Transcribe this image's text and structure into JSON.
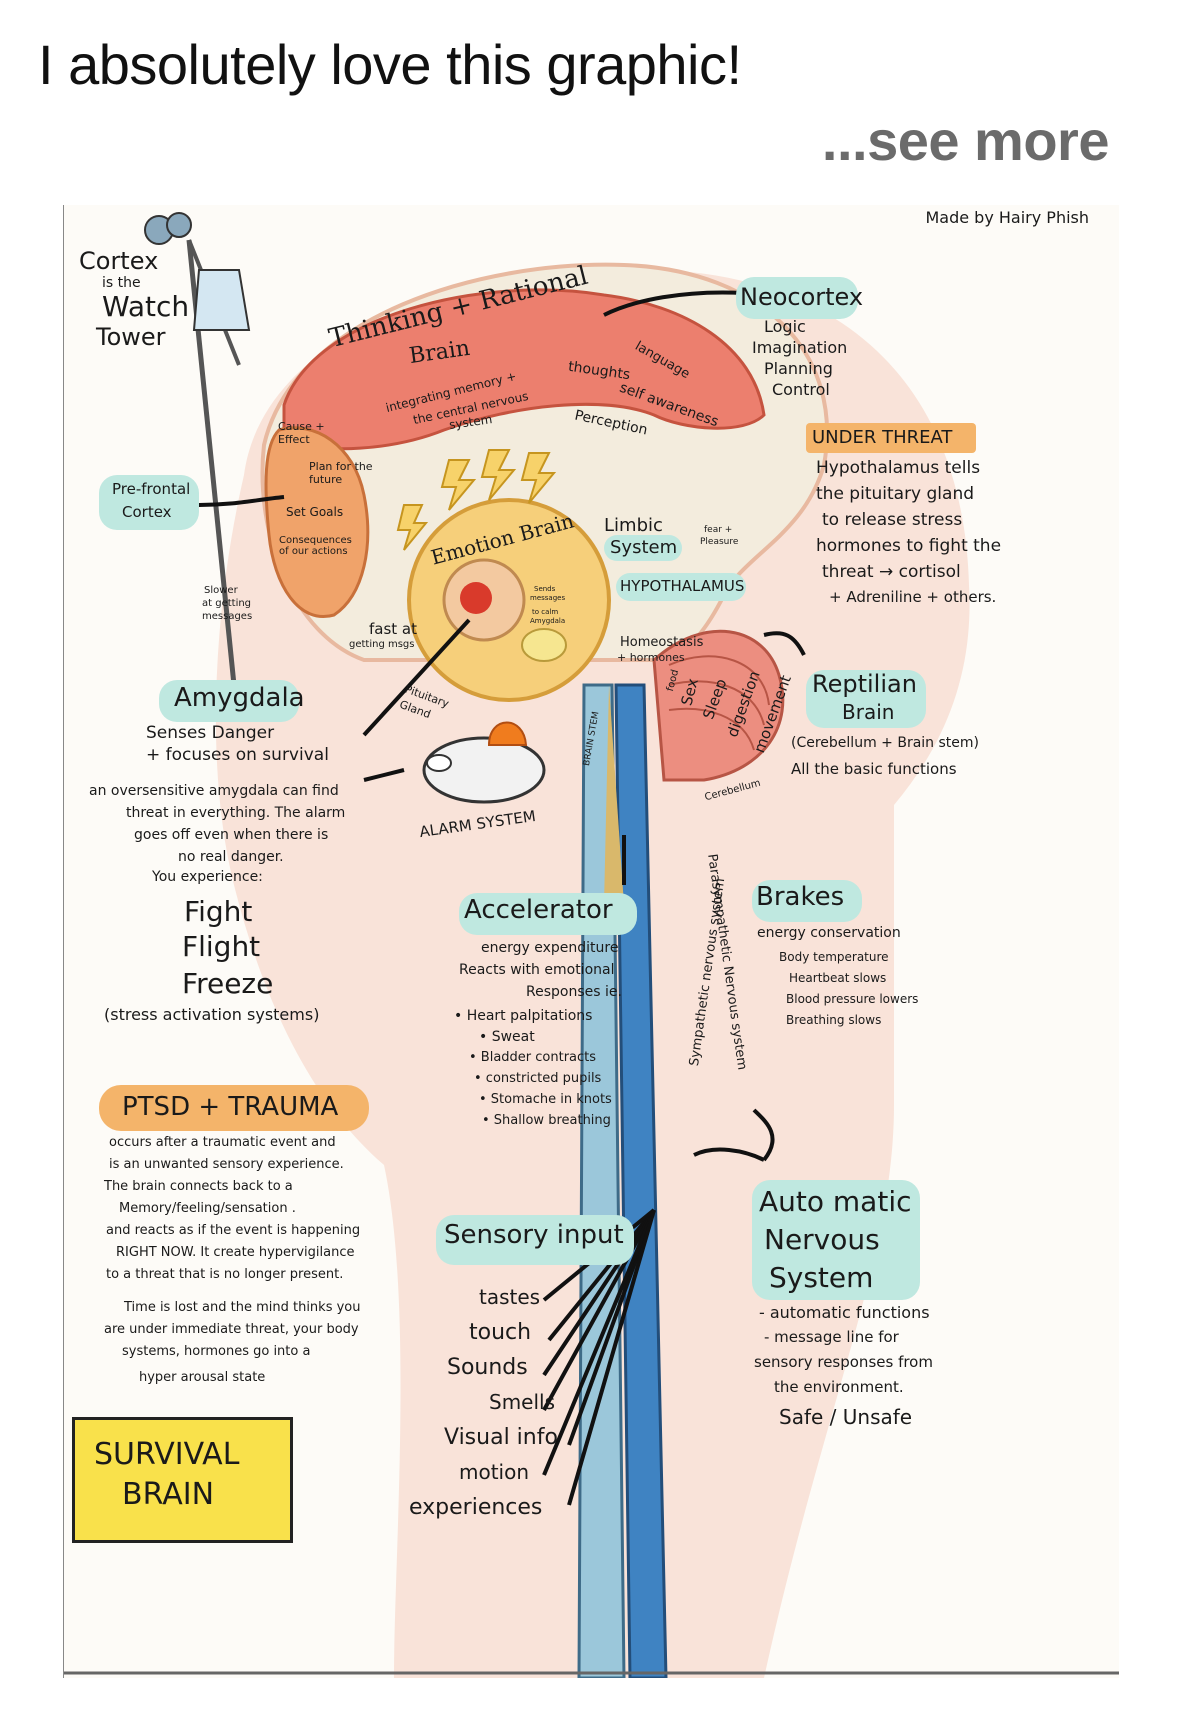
{
  "post": {
    "text": "I absolutely love this graphic!",
    "see_more": "...see more"
  },
  "graphic": {
    "credit": "Made by Hairy Phish",
    "cortex": [
      "Cortex",
      "is the",
      "Watch",
      "Tower"
    ],
    "thinking_brain": [
      "Thinking + Rational",
      "Brain"
    ],
    "thinking_notes": {
      "integrating": [
        "integrating memory +",
        "the central nervous",
        "system"
      ],
      "thoughts": "thoughts",
      "language": "language",
      "self_awareness": "self awareness",
      "perception": "Perception"
    },
    "neocortex": {
      "title": "Neocortex",
      "items": [
        "Logic",
        "Imagination",
        "Planning",
        "Control"
      ]
    },
    "prefrontal": {
      "label": [
        "Pre-frontal",
        "Cortex"
      ],
      "items": [
        "Cause + Effect",
        "Plan for the future",
        "Set Goals",
        "Consequences of our actions"
      ]
    },
    "slower": [
      "Slower",
      "at getting",
      "messages"
    ],
    "emotion_brain": "Emotion Brain",
    "limbic": {
      "title": [
        "Limbic",
        "System"
      ],
      "note": [
        "fear +",
        "Pleasure"
      ]
    },
    "hypothalamus": "HYPOTHALAMUS",
    "homeostasis": [
      "Homeostasis",
      "+ hormones"
    ],
    "sends_messages": [
      "Sends",
      "messages",
      "to calm",
      "Amygdala"
    ],
    "fast": [
      "fast at",
      "getting msgs"
    ],
    "pituitary": [
      "Pituitary",
      "Gland"
    ],
    "under_threat": {
      "title": "UNDER THREAT",
      "lines": [
        "Hypothalamus tells",
        "the pituitary gland",
        "to release stress",
        "hormones to fight the",
        "threat → cortisol",
        "+ Adreniline + others."
      ]
    },
    "reptilian": {
      "title": [
        "Reptilian",
        "Brain"
      ],
      "lines": [
        "(Cerebellum + Brain stem)",
        "All the basic functions"
      ]
    },
    "brain_stem_bands": [
      "food",
      "Sex",
      "Sleep",
      "digestion",
      "movement"
    ],
    "cerebellum": "Cerebellum",
    "brain_stem": "BRAIN STEM",
    "amygdala": {
      "title": "Amygdala",
      "lines": [
        "Senses Danger",
        "+ focuses on survival"
      ],
      "oversensitive": [
        "an oversensitive amygdala can find",
        "threat in everything. The alarm",
        "goes off even when there is",
        "no real danger.",
        "You experience:"
      ],
      "responses": [
        "Fight",
        "Flight",
        "Freeze"
      ],
      "systems": "(stress activation systems)"
    },
    "alarm": "ALARM SYSTEM",
    "accelerator": {
      "title": "Accelerator",
      "lines": [
        "energy expenditure",
        "Reacts with emotional",
        "Responses ie."
      ],
      "bullets": [
        "• Heart palpitations",
        "• Sweat",
        "• Bladder contracts",
        "• constricted pupils",
        "• Stomache in knots",
        "• Shallow breathing"
      ]
    },
    "sympathetic": "Sympathetic nervous system",
    "parasympathetic": "Parasympathetic Nervous system",
    "brakes": {
      "title": "Brakes",
      "lines": [
        "energy conservation",
        "Body temperature",
        "Heartbeat slows",
        "Blood pressure lowers",
        "Breathing slows"
      ]
    },
    "ptsd": {
      "title": "PTSD + TRAUMA",
      "para1": [
        "occurs after a traumatic event and",
        "is an unwanted sensory experience.",
        "The brain connects back to a",
        "Memory/feeling/sensation .",
        "and reacts as if the event is happening",
        "RIGHT NOW. It create hypervigilance",
        "to a threat that is no longer present."
      ],
      "para2": [
        "Time is lost and the mind thinks you",
        "are under immediate threat, your body",
        "systems, hormones go into a",
        "hyper arousal state"
      ]
    },
    "sensory": {
      "title": "Sensory input",
      "items": [
        "tastes",
        "touch",
        "Sounds",
        "Smells",
        "Visual info",
        "motion",
        "experiences"
      ]
    },
    "autonomic": {
      "title": [
        "Auto matic",
        "Nervous",
        "System"
      ],
      "lines": [
        "- automatic functions",
        "- message line for",
        "sensory responses from",
        "the environment.",
        "Safe / Unsafe"
      ]
    },
    "survival": [
      "SURVIVAL",
      "BRAIN"
    ]
  }
}
